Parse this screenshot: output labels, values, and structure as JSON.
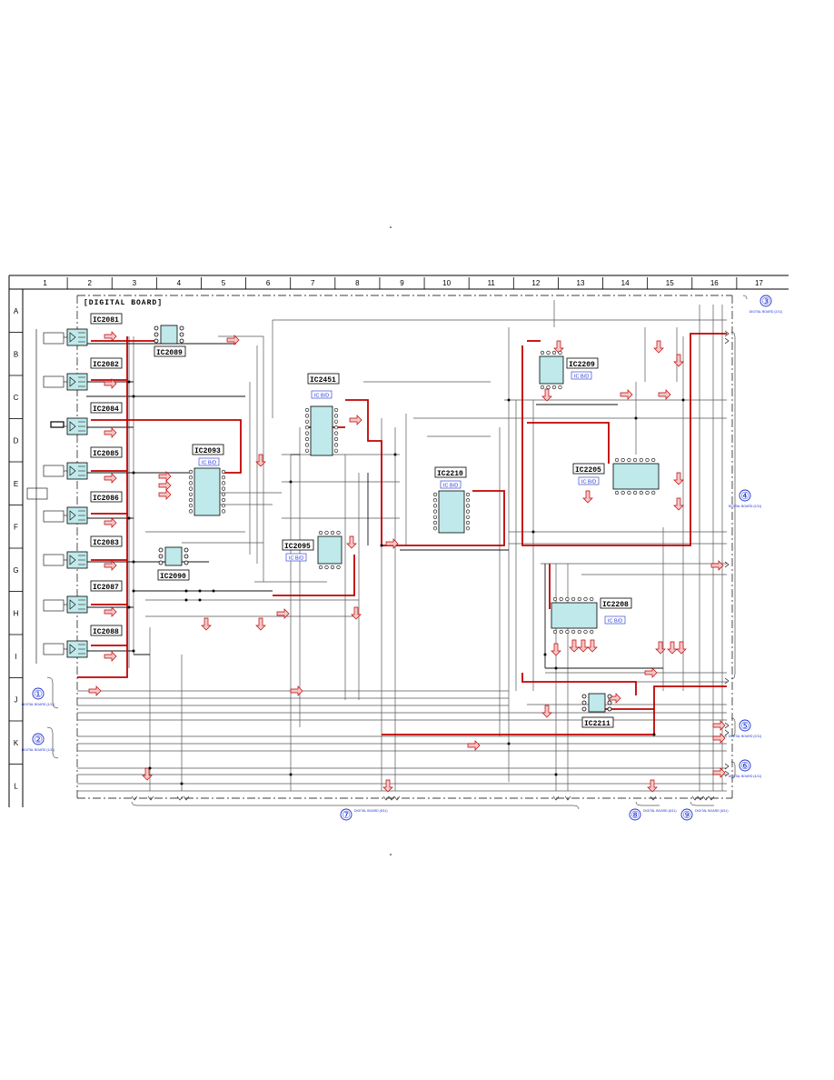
{
  "board_title": "[DIGITAL BOARD]",
  "columns": [
    "1",
    "2",
    "3",
    "4",
    "5",
    "6",
    "7",
    "8",
    "9",
    "10",
    "11",
    "12",
    "13",
    "14",
    "15",
    "16",
    "17"
  ],
  "rows": [
    "A",
    "B",
    "C",
    "D",
    "E",
    "F",
    "G",
    "H",
    "I",
    "J",
    "K",
    "L"
  ],
  "ic_labels": {
    "ic2081": "IC2081",
    "ic2082": "IC2082",
    "ic2084": "IC2084",
    "ic2085": "IC2085",
    "ic2086": "IC2086",
    "ic2083": "IC2083",
    "ic2087": "IC2087",
    "ic2088": "IC2088",
    "ic2089": "IC2089",
    "ic2090": "IC2090",
    "ic2093": "IC2093",
    "ic2095": "IC2095",
    "ic2451": "IC2451",
    "ic2210": "IC2210",
    "ic2209": "IC2209",
    "ic2205": "IC2205",
    "ic2208": "IC2208",
    "ic2211": "IC2211"
  },
  "ic_notes": {
    "ic2451": "IC B/D",
    "ic2093": "IC B/D",
    "ic2095": "IC B/D",
    "ic2210": "IC B/D",
    "ic2209": "IC B/D",
    "ic2205": "IC B/D",
    "ic2208": "IC B/D"
  },
  "connectors": [
    {
      "num": "①",
      "text": "DIGITAL BOARD (1/11)"
    },
    {
      "num": "②",
      "text": "DIGITAL BOARD (1/11)"
    },
    {
      "num": "③",
      "text": "DIGITAL BOARD (2/11)"
    },
    {
      "num": "④",
      "text": "DIGITAL BOARD (2/11)"
    },
    {
      "num": "⑤",
      "text": "DIGITAL BOARD (2/11)"
    },
    {
      "num": "⑥",
      "text": "DIGITAL BOARD (4/11)"
    },
    {
      "num": "⑦",
      "text": "DIGITAL BOARD (5/11)"
    },
    {
      "num": "⑧",
      "text": "DIGITAL BOARD (6/11)"
    },
    {
      "num": "⑨",
      "text": "DIGITAL BOARD (6/11)"
    }
  ],
  "colors": {
    "signal_red": "#c00000",
    "ic_fill": "#bfe9ea",
    "note_blue": "#1a2fd0",
    "grid_line": "#000000"
  }
}
